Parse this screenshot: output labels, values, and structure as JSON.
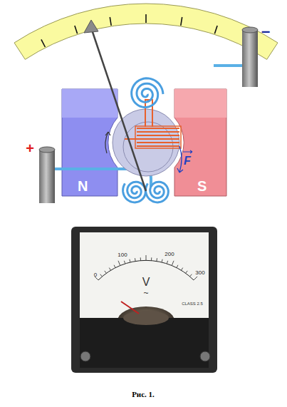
{
  "diagram": {
    "caption": "Рис. 1.",
    "nodes": [
      {
        "text": [
          "N"
        ]
      },
      {
        "text": [
          "S"
        ]
      }
    ],
    "labels": [
      "+",
      "–",
      "F",
      "0",
      "100",
      "200",
      "300",
      "V",
      "~",
      "CLASS 2.5"
    ]
  }
}
